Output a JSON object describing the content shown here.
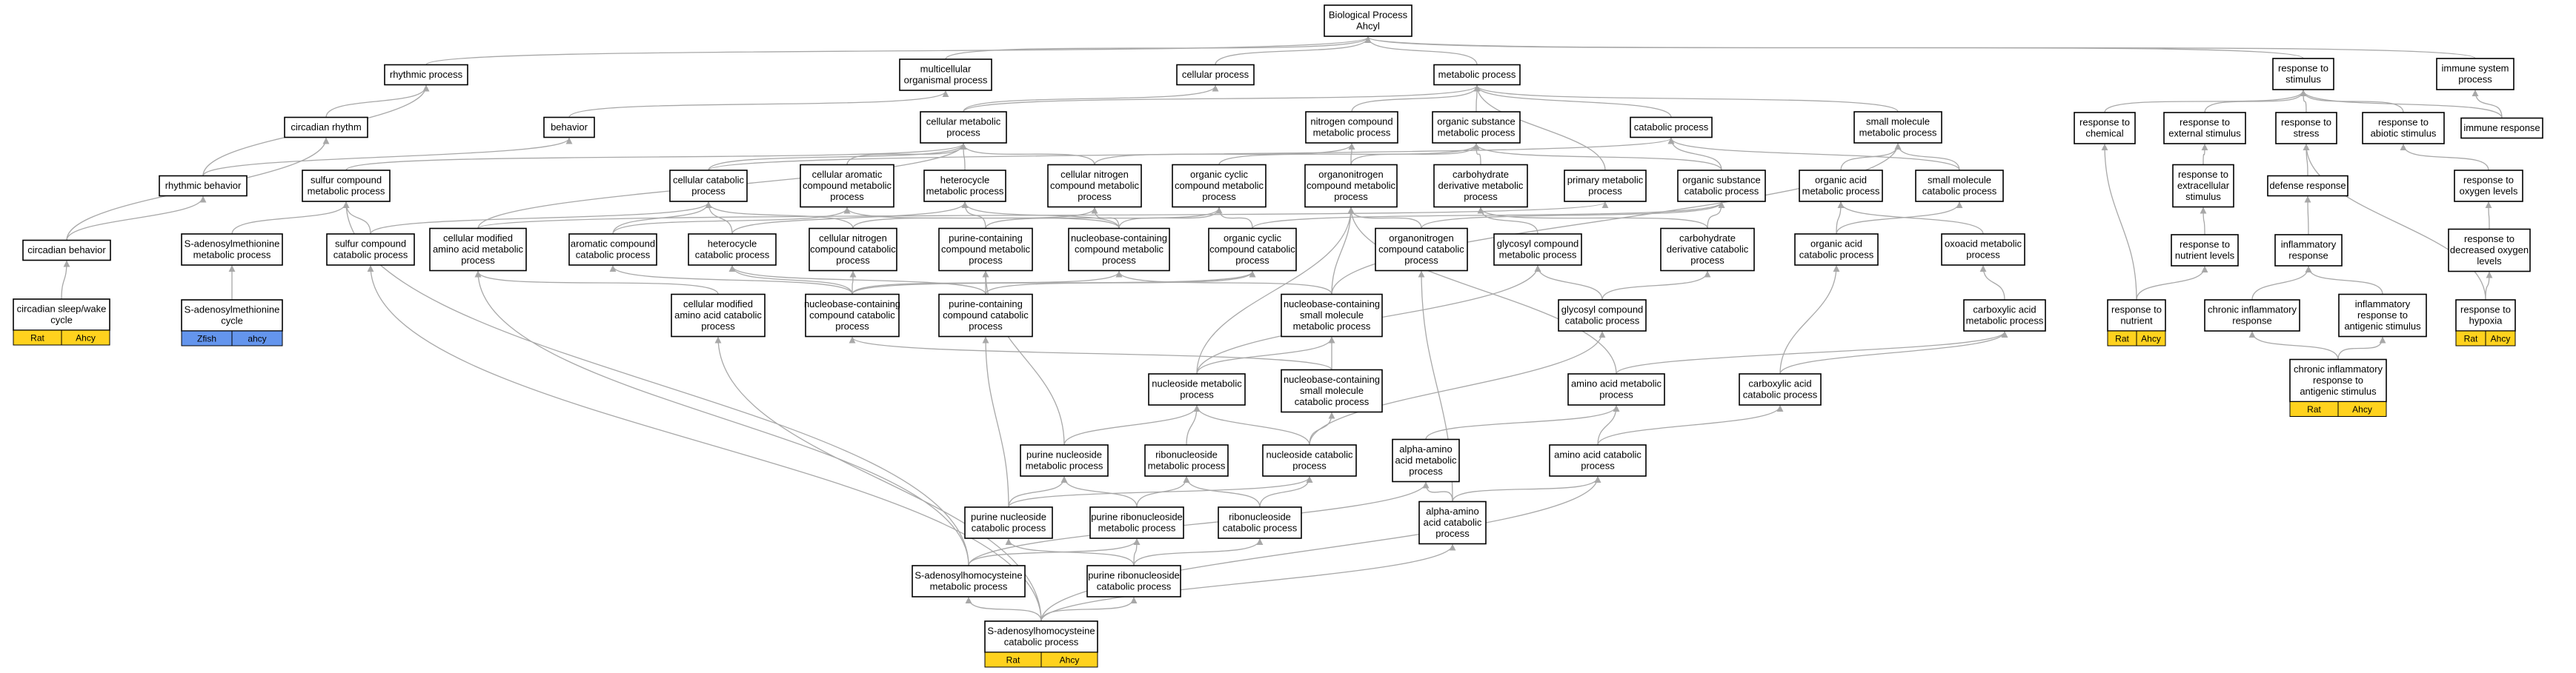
{
  "colors": {
    "rat": "#ffd21e",
    "zfish": "#6495ed",
    "edge": "#a8a8a8"
  },
  "nodes": [
    {
      "id": "root",
      "lines": [
        "Biological Process",
        "Ahcyl"
      ]
    },
    {
      "id": "rhythmic",
      "lines": [
        "rhythmic process"
      ]
    },
    {
      "id": "multicell",
      "lines": [
        "multicellular",
        "organismal process"
      ]
    },
    {
      "id": "cellular",
      "lines": [
        "cellular process"
      ]
    },
    {
      "id": "metabolic",
      "lines": [
        "metabolic process"
      ]
    },
    {
      "id": "resp_stim",
      "lines": [
        "response to",
        "stimulus"
      ]
    },
    {
      "id": "immune_sys",
      "lines": [
        "immune system",
        "process"
      ]
    },
    {
      "id": "circ_rhythm",
      "lines": [
        "circadian rhythm"
      ]
    },
    {
      "id": "behavior",
      "lines": [
        "behavior"
      ]
    },
    {
      "id": "cell_metab",
      "lines": [
        "cellular metabolic",
        "process"
      ]
    },
    {
      "id": "nitro",
      "lines": [
        "nitrogen compound",
        "metabolic process"
      ]
    },
    {
      "id": "org_sub",
      "lines": [
        "organic substance",
        "metabolic process"
      ]
    },
    {
      "id": "catab",
      "lines": [
        "catabolic process"
      ]
    },
    {
      "id": "small_mol",
      "lines": [
        "small molecule",
        "metabolic process"
      ]
    },
    {
      "id": "resp_chem",
      "lines": [
        "response to",
        "chemical"
      ]
    },
    {
      "id": "resp_ext",
      "lines": [
        "response to",
        "external stimulus"
      ]
    },
    {
      "id": "resp_stress",
      "lines": [
        "response to",
        "stress"
      ]
    },
    {
      "id": "resp_abiotic",
      "lines": [
        "response to",
        "abiotic stimulus"
      ]
    },
    {
      "id": "immune_resp",
      "lines": [
        "immune response"
      ]
    },
    {
      "id": "rhythm_beh",
      "lines": [
        "rhythmic behavior"
      ]
    },
    {
      "id": "sulfur_met",
      "lines": [
        "sulfur compound",
        "metabolic process"
      ]
    },
    {
      "id": "cell_catab",
      "lines": [
        "cellular catabolic",
        "process"
      ]
    },
    {
      "id": "cell_arom",
      "lines": [
        "cellular aromatic",
        "compound metabolic",
        "process"
      ]
    },
    {
      "id": "hetero_met",
      "lines": [
        "heterocycle",
        "metabolic process"
      ]
    },
    {
      "id": "cell_nitro",
      "lines": [
        "cellular nitrogen",
        "compound metabolic",
        "process"
      ]
    },
    {
      "id": "org_cyc",
      "lines": [
        "organic cyclic",
        "compound metabolic",
        "process"
      ]
    },
    {
      "id": "organonitro",
      "lines": [
        "organonitrogen",
        "compound metabolic",
        "process"
      ]
    },
    {
      "id": "carb_deriv",
      "lines": [
        "carbohydrate",
        "derivative metabolic",
        "process"
      ]
    },
    {
      "id": "primary",
      "lines": [
        "primary metabolic",
        "process"
      ]
    },
    {
      "id": "org_sub_cat",
      "lines": [
        "organic substance",
        "catabolic process"
      ]
    },
    {
      "id": "org_acid",
      "lines": [
        "organic acid",
        "metabolic process"
      ]
    },
    {
      "id": "small_cat",
      "lines": [
        "small molecule",
        "catabolic process"
      ]
    },
    {
      "id": "resp_extra",
      "lines": [
        "response to",
        "extracellular",
        "stimulus"
      ]
    },
    {
      "id": "defense",
      "lines": [
        "defense response"
      ]
    },
    {
      "id": "resp_oxy",
      "lines": [
        "response to",
        "oxygen levels"
      ]
    },
    {
      "id": "circ_sleep",
      "lines": [
        "circadian behavior"
      ]
    },
    {
      "id": "sam_met",
      "lines": [
        "S-adenosylmethionine",
        "metabolic process"
      ]
    },
    {
      "id": "sulfur_cat",
      "lines": [
        "sulfur compound",
        "catabolic process"
      ]
    },
    {
      "id": "cell_mod",
      "lines": [
        "cellular modified",
        "amino acid metabolic",
        "process"
      ]
    },
    {
      "id": "arom_cat",
      "lines": [
        "aromatic compound",
        "catabolic process"
      ]
    },
    {
      "id": "hetero_cat",
      "lines": [
        "heterocycle",
        "catabolic process"
      ]
    },
    {
      "id": "cell_nitro_cat",
      "lines": [
        "cellular nitrogen",
        "compound catabolic",
        "process"
      ]
    },
    {
      "id": "purine_met",
      "lines": [
        "purine-containing",
        "compound metabolic",
        "process"
      ]
    },
    {
      "id": "nucbase_met",
      "lines": [
        "nucleobase-containing",
        "compound metabolic",
        "process"
      ]
    },
    {
      "id": "org_cyc_cat",
      "lines": [
        "organic cyclic",
        "compound catabolic",
        "process"
      ]
    },
    {
      "id": "organonitro_cat",
      "lines": [
        "organonitrogen",
        "compound catabolic",
        "process"
      ]
    },
    {
      "id": "glycosyl_met",
      "lines": [
        "glycosyl compound",
        "metabolic process"
      ]
    },
    {
      "id": "carb_deriv_cat",
      "lines": [
        "carbohydrate",
        "derivative catabolic",
        "process"
      ]
    },
    {
      "id": "org_acid_cat",
      "lines": [
        "organic acid",
        "catabolic process"
      ]
    },
    {
      "id": "oxoacid",
      "lines": [
        "oxoacid metabolic",
        "process"
      ]
    },
    {
      "id": "resp_nutlev",
      "lines": [
        "response to",
        "nutrient levels"
      ]
    },
    {
      "id": "inflam",
      "lines": [
        "inflammatory",
        "response"
      ]
    },
    {
      "id": "resp_decoxy",
      "lines": [
        "response to",
        "decreased oxygen",
        "levels"
      ]
    },
    {
      "id": "circ_sleep_wake",
      "lines": [
        "circadian sleep/wake",
        "cycle"
      ],
      "ann": [
        {
          "label": "Rat",
          "color": "#ffd21e"
        },
        {
          "label": "Ahcy",
          "color": "#ffd21e"
        }
      ]
    },
    {
      "id": "sam_cycle",
      "lines": [
        "S-adenosylmethionine",
        "cycle"
      ],
      "ann": [
        {
          "label": "Zfish",
          "color": "#6495ed"
        },
        {
          "label": "ahcy",
          "color": "#6495ed"
        }
      ]
    },
    {
      "id": "cell_mod_cat",
      "lines": [
        "cellular modified",
        "amino acid catabolic",
        "process"
      ]
    },
    {
      "id": "nucbase_cat",
      "lines": [
        "nucleobase-containing",
        "compound catabolic",
        "process"
      ]
    },
    {
      "id": "purine_cat",
      "lines": [
        "purine-containing",
        "compound catabolic",
        "process"
      ]
    },
    {
      "id": "nucbase_small",
      "lines": [
        "nucleobase-containing",
        "small molecule",
        "metabolic process"
      ]
    },
    {
      "id": "glycosyl_cat",
      "lines": [
        "glycosyl compound",
        "catabolic process"
      ]
    },
    {
      "id": "carboxylic",
      "lines": [
        "carboxylic acid",
        "metabolic process"
      ]
    },
    {
      "id": "resp_nutrient",
      "lines": [
        "response to",
        "nutrient"
      ],
      "ann": [
        {
          "label": "Rat",
          "color": "#ffd21e"
        },
        {
          "label": "Ahcy",
          "color": "#ffd21e"
        }
      ]
    },
    {
      "id": "chronic_inflam",
      "lines": [
        "chronic inflammatory",
        "response"
      ]
    },
    {
      "id": "inflam_antigen",
      "lines": [
        "inflammatory",
        "response to",
        "antigenic stimulus"
      ]
    },
    {
      "id": "resp_hypoxia",
      "lines": [
        "response to",
        "hypoxia"
      ],
      "ann": [
        {
          "label": "Rat",
          "color": "#ffd21e"
        },
        {
          "label": "Ahcy",
          "color": "#ffd21e"
        }
      ]
    },
    {
      "id": "nucleoside_met",
      "lines": [
        "nucleoside metabolic",
        "process"
      ]
    },
    {
      "id": "nucbase_small_cat",
      "lines": [
        "nucleobase-containing",
        "small molecule",
        "catabolic process"
      ]
    },
    {
      "id": "aa_met",
      "lines": [
        "amino acid metabolic",
        "process"
      ]
    },
    {
      "id": "carboxylic_cat",
      "lines": [
        "carboxylic acid",
        "catabolic process"
      ]
    },
    {
      "id": "chronic_antigen",
      "lines": [
        "chronic inflammatory",
        "response to",
        "antigenic stimulus"
      ],
      "ann": [
        {
          "label": "Rat",
          "color": "#ffd21e"
        },
        {
          "label": "Ahcy",
          "color": "#ffd21e"
        }
      ]
    },
    {
      "id": "purine_nucleoside",
      "lines": [
        "purine nucleoside",
        "metabolic process"
      ]
    },
    {
      "id": "ribonucleoside",
      "lines": [
        "ribonucleoside",
        "metabolic process"
      ]
    },
    {
      "id": "nucleoside_cat",
      "lines": [
        "nucleoside catabolic",
        "process"
      ]
    },
    {
      "id": "alpha_aa",
      "lines": [
        "alpha-amino",
        "acid metabolic",
        "process"
      ]
    },
    {
      "id": "aa_cat",
      "lines": [
        "amino acid catabolic",
        "process"
      ]
    },
    {
      "id": "purine_nuc_cat",
      "lines": [
        "purine nucleoside",
        "catabolic process"
      ]
    },
    {
      "id": "purine_ribo",
      "lines": [
        "purine ribonucleoside",
        "metabolic process"
      ]
    },
    {
      "id": "ribo_cat",
      "lines": [
        "ribonucleoside",
        "catabolic process"
      ]
    },
    {
      "id": "alpha_aa_cat",
      "lines": [
        "alpha-amino",
        "acid catabolic",
        "process"
      ]
    },
    {
      "id": "sah_met",
      "lines": [
        "S-adenosylhomocysteine",
        "metabolic process"
      ]
    },
    {
      "id": "purine_ribo_cat",
      "lines": [
        "purine ribonucleoside",
        "catabolic process"
      ]
    },
    {
      "id": "sah_cat",
      "lines": [
        "S-adenosylhomocysteine",
        "catabolic process"
      ],
      "ann": [
        {
          "label": "Rat",
          "color": "#ffd21e"
        },
        {
          "label": "Ahcy",
          "color": "#ffd21e"
        }
      ]
    }
  ],
  "edges": [
    [
      "rhythmic",
      "root"
    ],
    [
      "multicell",
      "root"
    ],
    [
      "cellular",
      "root"
    ],
    [
      "metabolic",
      "root"
    ],
    [
      "resp_stim",
      "root"
    ],
    [
      "immune_sys",
      "root"
    ],
    [
      "circ_rhythm",
      "rhythmic"
    ],
    [
      "behavior",
      "multicell"
    ],
    [
      "cell_metab",
      "cellular"
    ],
    [
      "cell_metab",
      "metabolic"
    ],
    [
      "nitro",
      "metabolic"
    ],
    [
      "org_sub",
      "metabolic"
    ],
    [
      "catab",
      "metabolic"
    ],
    [
      "small_mol",
      "metabolic"
    ],
    [
      "resp_chem",
      "resp_stim"
    ],
    [
      "resp_ext",
      "resp_stim"
    ],
    [
      "resp_stress",
      "resp_stim"
    ],
    [
      "resp_abiotic",
      "resp_stim"
    ],
    [
      "immune_resp",
      "resp_stim"
    ],
    [
      "immune_resp",
      "immune_sys"
    ],
    [
      "rhythm_beh",
      "behavior"
    ],
    [
      "rhythm_beh",
      "rhythmic"
    ],
    [
      "sulfur_met",
      "cell_metab"
    ],
    [
      "cell_catab",
      "cell_metab"
    ],
    [
      "cell_catab",
      "catab"
    ],
    [
      "cell_arom",
      "cell_metab"
    ],
    [
      "hetero_met",
      "cell_metab"
    ],
    [
      "cell_nitro",
      "cell_metab"
    ],
    [
      "cell_nitro",
      "nitro"
    ],
    [
      "org_cyc",
      "org_sub"
    ],
    [
      "organonitro",
      "nitro"
    ],
    [
      "organonitro",
      "org_sub"
    ],
    [
      "carb_deriv",
      "org_sub"
    ],
    [
      "primary",
      "metabolic"
    ],
    [
      "org_sub_cat",
      "org_sub"
    ],
    [
      "org_sub_cat",
      "catab"
    ],
    [
      "org_acid",
      "small_mol"
    ],
    [
      "small_cat",
      "small_mol"
    ],
    [
      "small_cat",
      "catab"
    ],
    [
      "resp_extra",
      "resp_ext"
    ],
    [
      "defense",
      "resp_stress"
    ],
    [
      "resp_oxy",
      "resp_abiotic"
    ],
    [
      "circ_sleep",
      "rhythm_beh"
    ],
    [
      "circ_sleep",
      "circ_rhythm"
    ],
    [
      "sam_met",
      "sulfur_met"
    ],
    [
      "sulfur_cat",
      "sulfur_met"
    ],
    [
      "sulfur_cat",
      "cell_catab"
    ],
    [
      "cell_mod",
      "cell_metab"
    ],
    [
      "cell_mod",
      "primary"
    ],
    [
      "arom_cat",
      "cell_arom"
    ],
    [
      "arom_cat",
      "cell_catab"
    ],
    [
      "hetero_cat",
      "hetero_met"
    ],
    [
      "hetero_cat",
      "cell_catab"
    ],
    [
      "cell_nitro_cat",
      "cell_nitro"
    ],
    [
      "cell_nitro_cat",
      "cell_catab"
    ],
    [
      "purine_met",
      "hetero_met"
    ],
    [
      "purine_met",
      "org_cyc"
    ],
    [
      "nucbase_met",
      "cell_arom"
    ],
    [
      "nucbase_met",
      "cell_nitro"
    ],
    [
      "nucbase_met",
      "hetero_met"
    ],
    [
      "nucbase_met",
      "org_cyc"
    ],
    [
      "org_cyc_cat",
      "org_cyc"
    ],
    [
      "org_cyc_cat",
      "org_sub_cat"
    ],
    [
      "organonitro_cat",
      "organonitro"
    ],
    [
      "organonitro_cat",
      "org_sub_cat"
    ],
    [
      "glycosyl_met",
      "carb_deriv"
    ],
    [
      "carb_deriv_cat",
      "carb_deriv"
    ],
    [
      "carb_deriv_cat",
      "org_sub_cat"
    ],
    [
      "org_acid_cat",
      "org_acid"
    ],
    [
      "org_acid_cat",
      "small_cat"
    ],
    [
      "oxoacid",
      "org_acid"
    ],
    [
      "resp_nutlev",
      "resp_extra"
    ],
    [
      "inflam",
      "defense"
    ],
    [
      "resp_decoxy",
      "resp_oxy"
    ],
    [
      "circ_sleep_wake",
      "circ_sleep"
    ],
    [
      "sam_cycle",
      "sam_met"
    ],
    [
      "cell_mod_cat",
      "cell_mod"
    ],
    [
      "nucbase_cat",
      "nucbase_met"
    ],
    [
      "nucbase_cat",
      "arom_cat"
    ],
    [
      "nucbase_cat",
      "hetero_cat"
    ],
    [
      "nucbase_cat",
      "cell_nitro_cat"
    ],
    [
      "nucbase_cat",
      "org_cyc_cat"
    ],
    [
      "purine_cat",
      "purine_met"
    ],
    [
      "purine_cat",
      "hetero_cat"
    ],
    [
      "purine_cat",
      "org_cyc_cat"
    ],
    [
      "nucbase_small",
      "nucbase_met"
    ],
    [
      "nucbase_small",
      "small_mol"
    ],
    [
      "nucbase_small",
      "organonitro"
    ],
    [
      "glycosyl_cat",
      "glycosyl_met"
    ],
    [
      "glycosyl_cat",
      "carb_deriv_cat"
    ],
    [
      "carboxylic",
      "oxoacid"
    ],
    [
      "resp_nutrient",
      "resp_nutlev"
    ],
    [
      "resp_nutrient",
      "resp_chem"
    ],
    [
      "chronic_inflam",
      "inflam"
    ],
    [
      "inflam_antigen",
      "inflam"
    ],
    [
      "resp_hypoxia",
      "resp_decoxy"
    ],
    [
      "resp_hypoxia",
      "resp_stress"
    ],
    [
      "nucleoside_met",
      "nucbase_small"
    ],
    [
      "nucleoside_met",
      "glycosyl_met"
    ],
    [
      "nucleoside_met",
      "organonitro"
    ],
    [
      "nucbase_small_cat",
      "nucbase_small"
    ],
    [
      "nucbase_small_cat",
      "nucbase_cat"
    ],
    [
      "aa_met",
      "carboxylic"
    ],
    [
      "aa_met",
      "organonitro"
    ],
    [
      "carboxylic_cat",
      "carboxylic"
    ],
    [
      "carboxylic_cat",
      "org_acid_cat"
    ],
    [
      "chronic_antigen",
      "chronic_inflam"
    ],
    [
      "chronic_antigen",
      "inflam_antigen"
    ],
    [
      "purine_nucleoside",
      "nucleoside_met"
    ],
    [
      "purine_nucleoside",
      "purine_met"
    ],
    [
      "ribonucleoside",
      "nucleoside_met"
    ],
    [
      "nucleoside_cat",
      "nucleoside_met"
    ],
    [
      "nucleoside_cat",
      "nucbase_small_cat"
    ],
    [
      "nucleoside_cat",
      "glycosyl_cat"
    ],
    [
      "alpha_aa",
      "aa_met"
    ],
    [
      "aa_cat",
      "aa_met"
    ],
    [
      "aa_cat",
      "carboxylic_cat"
    ],
    [
      "purine_nuc_cat",
      "purine_nucleoside"
    ],
    [
      "purine_nuc_cat",
      "nucleoside_cat"
    ],
    [
      "purine_nuc_cat",
      "purine_cat"
    ],
    [
      "purine_ribo",
      "purine_nucleoside"
    ],
    [
      "purine_ribo",
      "ribonucleoside"
    ],
    [
      "ribo_cat",
      "ribonucleoside"
    ],
    [
      "ribo_cat",
      "nucleoside_cat"
    ],
    [
      "alpha_aa_cat",
      "alpha_aa"
    ],
    [
      "alpha_aa_cat",
      "aa_cat"
    ],
    [
      "alpha_aa_cat",
      "organonitro_cat"
    ],
    [
      "sah_met",
      "purine_ribo"
    ],
    [
      "sah_met",
      "alpha_aa"
    ],
    [
      "sah_met",
      "sulfur_met"
    ],
    [
      "sah_met",
      "cell_mod"
    ],
    [
      "purine_ribo_cat",
      "purine_ribo"
    ],
    [
      "purine_ribo_cat",
      "purine_nuc_cat"
    ],
    [
      "purine_ribo_cat",
      "ribo_cat"
    ],
    [
      "sah_cat",
      "sah_met"
    ],
    [
      "sah_cat",
      "purine_ribo_cat"
    ],
    [
      "sah_cat",
      "alpha_aa_cat"
    ],
    [
      "sah_cat",
      "sulfur_cat"
    ],
    [
      "sah_cat",
      "cell_mod_cat"
    ],
    [
      "sah_cat",
      "aa_cat"
    ]
  ]
}
